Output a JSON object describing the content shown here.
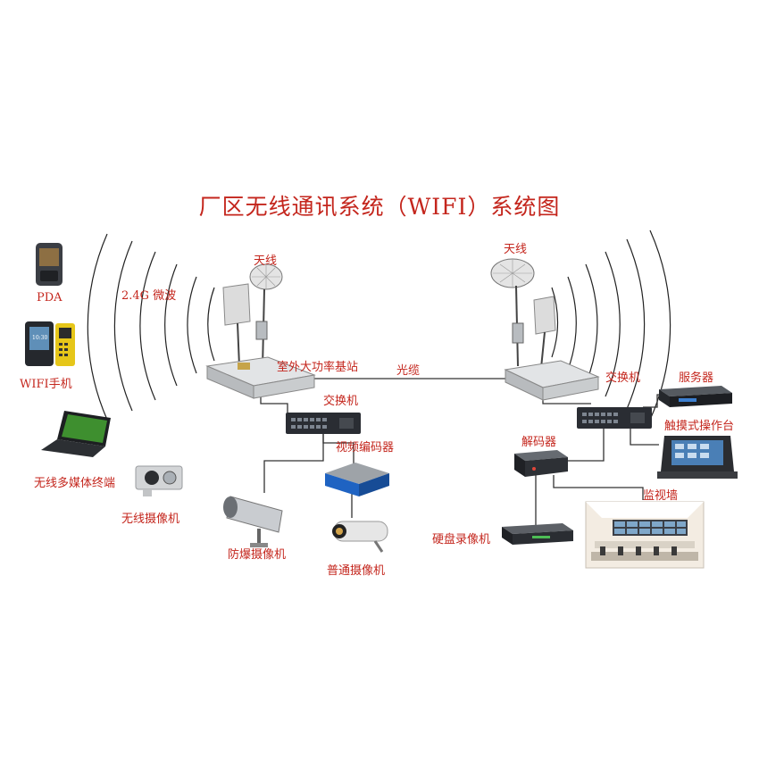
{
  "diagram": {
    "title": "厂区无线通讯系统（WIFI）系统图",
    "labels": {
      "pda": "PDA",
      "wifi_phone": "WIFI手机",
      "microwave": "2.4G 微波",
      "multimedia_terminal": "无线多媒体终端",
      "wireless_camera": "无线摄像机",
      "antenna_left": "天线",
      "antenna_right": "天线",
      "base_station": "室外大功率基站",
      "optical_cable": "光缆",
      "switch_left": "交换机",
      "switch_right": "交换机",
      "video_encoder": "视频编码器",
      "explosion_proof_camera": "防爆摄像机",
      "normal_camera": "普通摄像机",
      "server": "服务器",
      "touch_console": "触摸式操作台",
      "decoder": "解码器",
      "monitor_wall": "监视墙",
      "dvr": "硬盘录像机"
    },
    "device_screen_text": "10:30",
    "colors": {
      "label": "#c4261d",
      "wave": "#222222",
      "line": "#333333",
      "device_dark": "#2a2d33",
      "device_light": "#d8dadc",
      "encoder_blue": "#1f63c2",
      "phone_yellow": "#e6c619"
    }
  }
}
